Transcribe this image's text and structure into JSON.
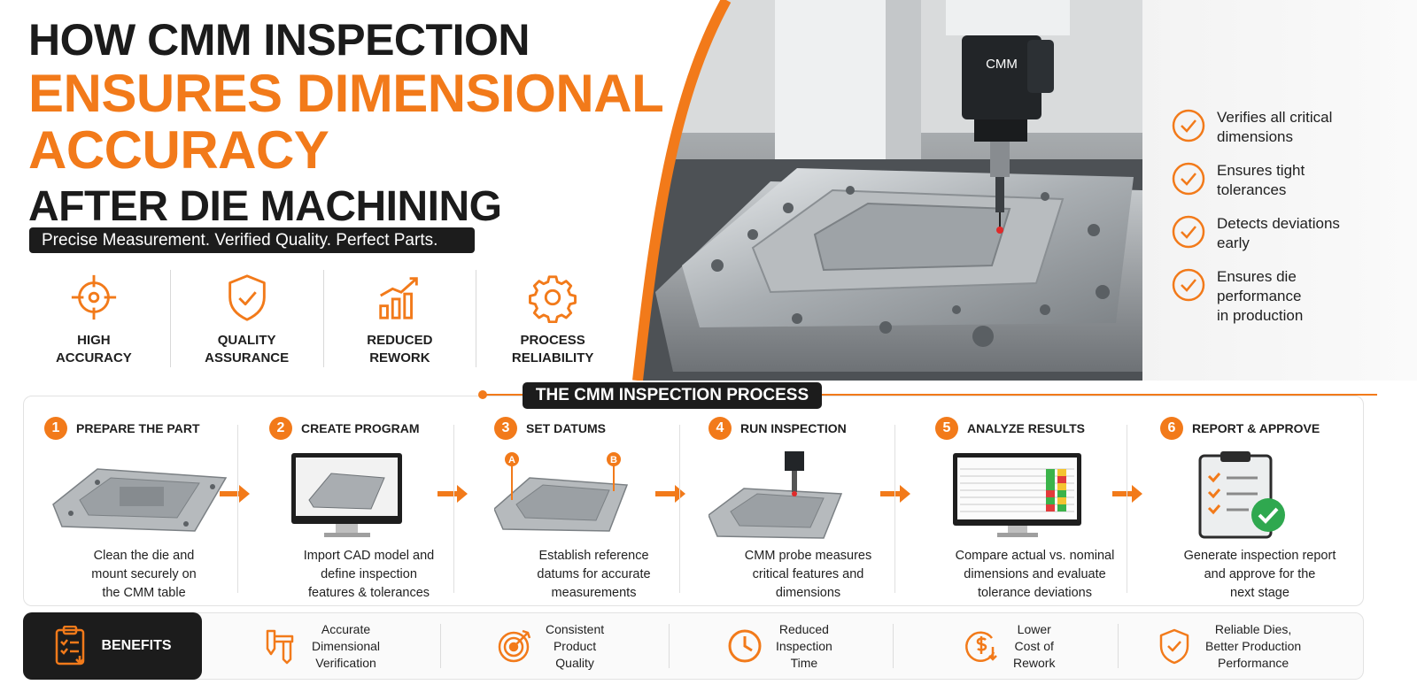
{
  "header": {
    "title_line1": "HOW CMM INSPECTION",
    "title_line2": "ENSURES DIMENSIONAL",
    "title_line3": "ACCURACY",
    "title_line4": "AFTER DIE MACHINING",
    "tagline": "Precise Measurement. Verified Quality. Perfect Parts."
  },
  "colors": {
    "accent": "#f27a1a",
    "dark": "#1c1c1c",
    "text": "#1f1f1f"
  },
  "features": [
    {
      "label": "HIGH\nACCURACY",
      "icon": "crosshair-icon"
    },
    {
      "label": "QUALITY\nASSURANCE",
      "icon": "shield-check-icon"
    },
    {
      "label": "REDUCED\nREWORK",
      "icon": "growth-chart-icon"
    },
    {
      "label": "PROCESS\nRELIABILITY",
      "icon": "gear-icon"
    }
  ],
  "machine": {
    "probe_label": "CMM"
  },
  "checklist": [
    {
      "text": "Verifies all critical\ndimensions"
    },
    {
      "text": "Ensures tight\ntolerances"
    },
    {
      "text": "Detects deviations\nearly"
    },
    {
      "text": "Ensures die\nperformance\nin production"
    }
  ],
  "process": {
    "title": "THE CMM INSPECTION PROCESS",
    "steps": [
      {
        "num": "1",
        "title": "PREPARE THE PART",
        "desc": "Clean the die and\nmount securely on\nthe CMM table",
        "icon": "die-part-icon"
      },
      {
        "num": "2",
        "title": "CREATE PROGRAM",
        "desc": "Import CAD model and\ndefine inspection\nfeatures & tolerances",
        "icon": "monitor-cad-icon"
      },
      {
        "num": "3",
        "title": "SET DATUMS",
        "desc": "Establish reference\ndatums for accurate\nmeasurements",
        "icon": "datum-part-icon",
        "datum_a": "A",
        "datum_b": "B"
      },
      {
        "num": "4",
        "title": "RUN INSPECTION",
        "desc": "CMM probe measures\ncritical features and\ndimensions",
        "icon": "probe-part-icon"
      },
      {
        "num": "5",
        "title": "ANALYZE RESULTS",
        "desc": "Compare actual vs. nominal\ndimensions and evaluate\ntolerance deviations",
        "icon": "results-monitor-icon"
      },
      {
        "num": "6",
        "title": "REPORT & APPROVE",
        "desc": "Generate inspection report\nand approve for the\nnext stage",
        "icon": "clipboard-check-icon"
      }
    ]
  },
  "benefits": {
    "label": "BENEFITS",
    "items": [
      {
        "text": "Accurate\nDimensional\nVerification",
        "icon": "caliper-icon"
      },
      {
        "text": "Consistent\nProduct\nQuality",
        "icon": "target-icon"
      },
      {
        "text": "Reduced\nInspection\nTime",
        "icon": "clock-icon"
      },
      {
        "text": "Lower\nCost of\nRework",
        "icon": "cost-down-icon"
      },
      {
        "text": "Reliable Dies,\nBetter Production\nPerformance",
        "icon": "shield-check-icon"
      }
    ]
  }
}
